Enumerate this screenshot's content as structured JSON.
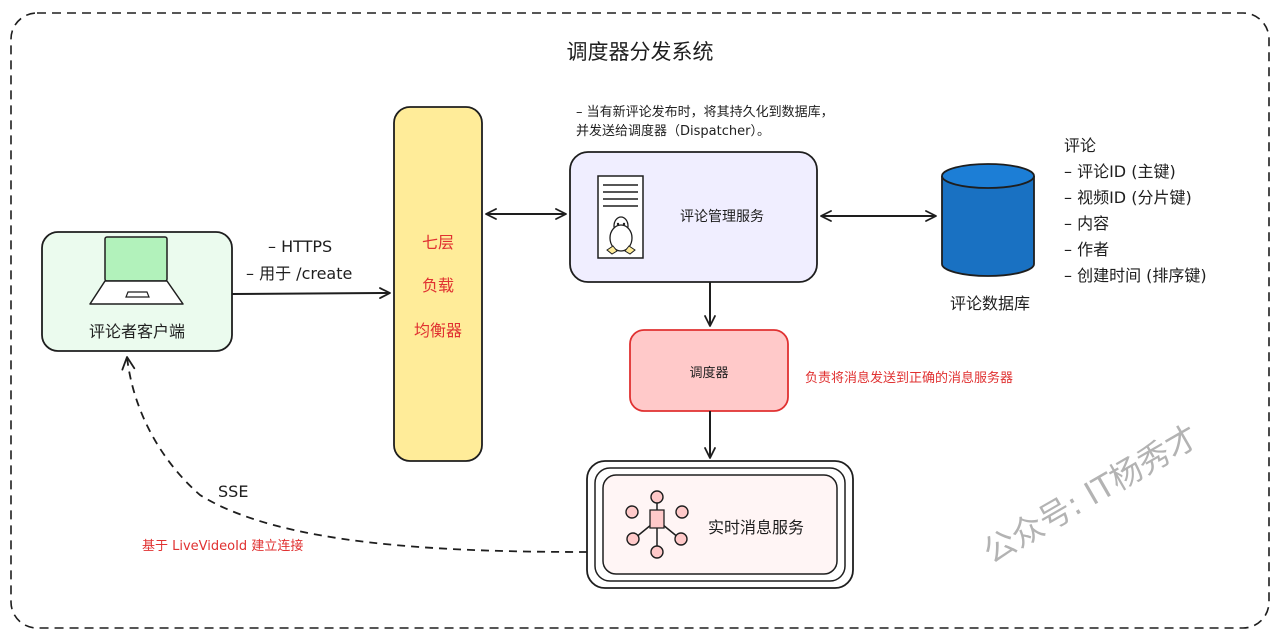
{
  "title": "调度器分发系统",
  "client": {
    "label": "评论者客户端"
  },
  "edge_client_lb": {
    "line1": "– HTTPS",
    "line2": "– 用于 /create"
  },
  "load_balancer": {
    "line1": "七层",
    "line2": "负载",
    "line3": "均衡器"
  },
  "comment_service": {
    "label": "评论管理服务",
    "note_line1": "– 当有新评论发布时，将其持久化到数据库，",
    "note_line2": "并发送给调度器（Dispatcher）。"
  },
  "database": {
    "label": "评论数据库"
  },
  "schema": {
    "title": "评论",
    "fields": [
      "– 评论ID (主键)",
      "– 视频ID (分片键)",
      "– 内容",
      "– 作者",
      "– 创建时间 (排序键)"
    ]
  },
  "dispatcher": {
    "label": "调度器",
    "note": "负责将消息发送到正确的消息服务器"
  },
  "realtime_service": {
    "label": "实时消息服务"
  },
  "sse_edge": {
    "label": "SSE",
    "note": "基于 LiveVideoId 建立连接"
  },
  "watermark": "公众号: IT杨秀才",
  "colors": {
    "client_fill": "#ebfbee",
    "client_screen": "#b2f2bb",
    "lb_fill": "#ffec99",
    "service_fill": "#f0eeff",
    "db_fill": "#1971c2",
    "dispatcher_fill": "#ffc9c9",
    "dispatcher_stroke": "#e03131",
    "realtime_fill": "#fff5f5",
    "highlight_text": "#e03131"
  }
}
